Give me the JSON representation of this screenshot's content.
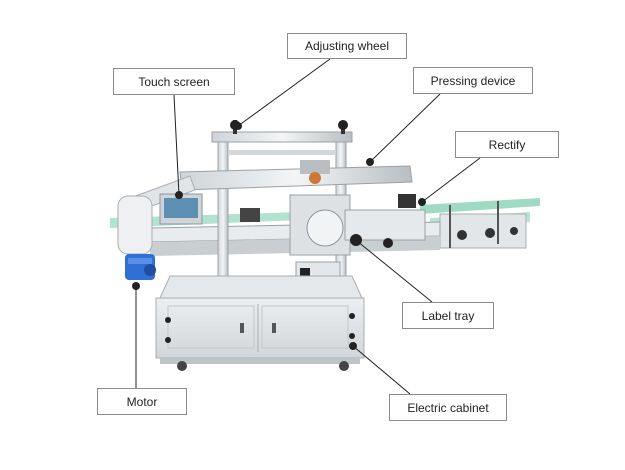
{
  "callouts": {
    "adjusting_wheel": "Adjusting wheel",
    "touch_screen": "Touch screen",
    "pressing_device": "Pressing device",
    "rectify": "Rectify",
    "label_tray": "Label tray",
    "motor": "Motor",
    "electric_cabinet": "Electric cabinet"
  },
  "colors": {
    "machine_frame": "#d9dde0",
    "machine_shadow": "#a9aeb2",
    "conveyor_glass": "#7fcfb0",
    "motor_blue": "#2f6fd6",
    "leader_line": "#222222"
  }
}
